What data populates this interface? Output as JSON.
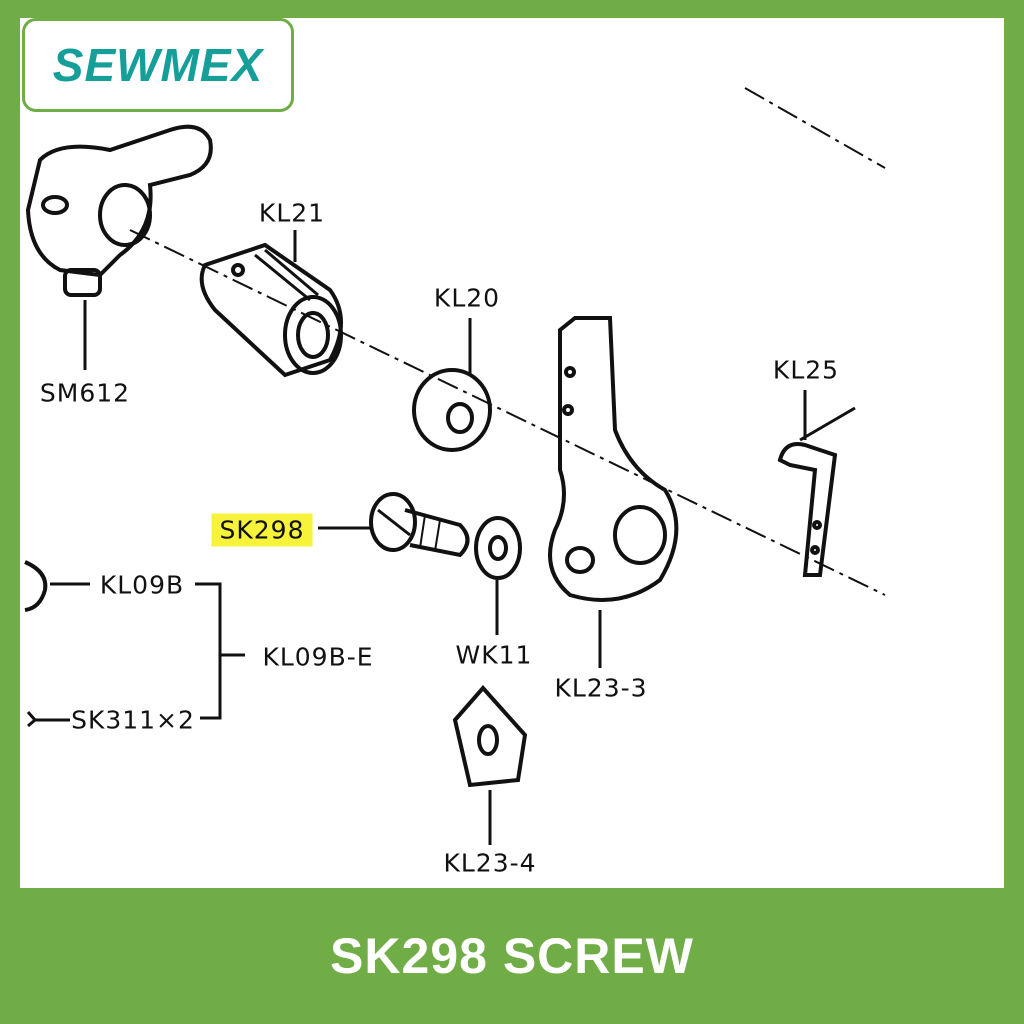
{
  "brand": {
    "logo_text": "SEWMEX",
    "accent_color": "#70ad47",
    "logo_color": "#169e98"
  },
  "diagram": {
    "labels": {
      "kl21": "KL21",
      "kl20": "KL20",
      "sm612": "SM612",
      "kl25": "KL25",
      "sk298": "SK298",
      "kl09b": "KL09B",
      "kl09b_e": "KL09B-E",
      "sk311": "SK311×2",
      "wk11": "WK11",
      "kl23_3": "KL23-3",
      "kl23_4": "KL23-4"
    },
    "highlight_color": "#f6f33a"
  },
  "footer": {
    "title": "SK298 SCREW"
  }
}
